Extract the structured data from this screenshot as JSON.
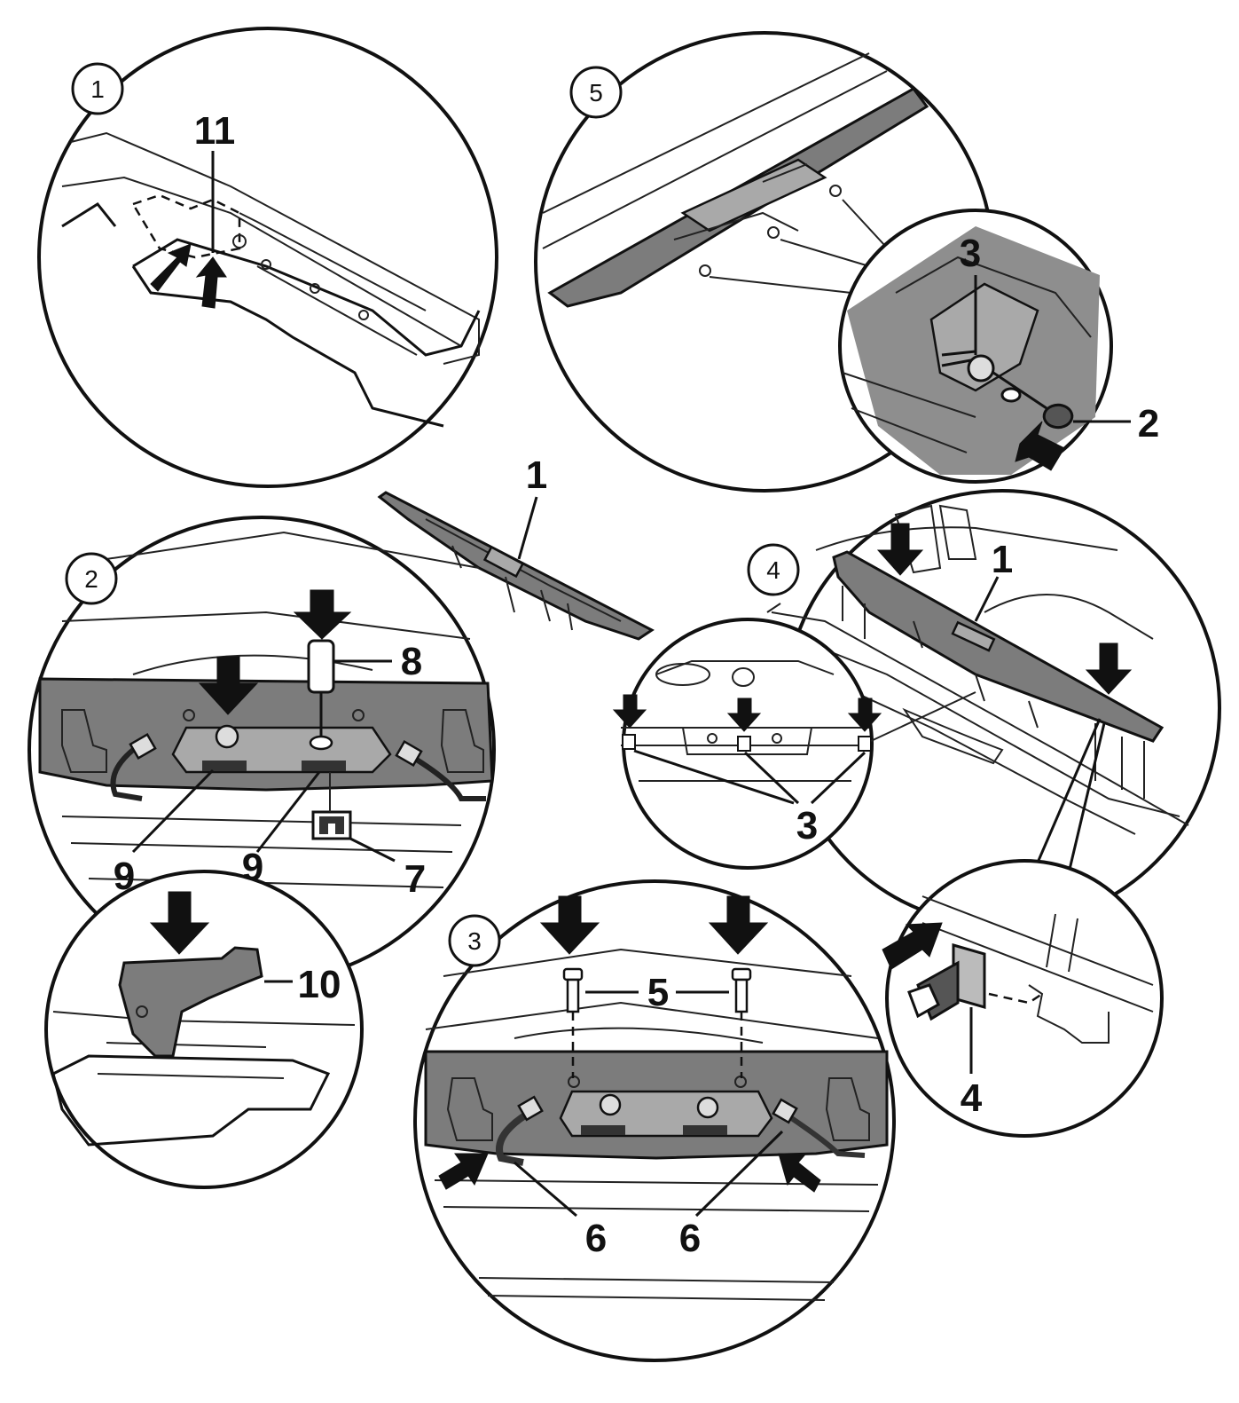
{
  "diagram": {
    "circle_numbers": {
      "c1": "1",
      "c2": "2",
      "c3": "3",
      "c4": "4",
      "c5": "5"
    },
    "part_labels": {
      "p11": "11",
      "p1_center": "1",
      "p3_top": "3",
      "p2_right": "2",
      "p1_view4": "1",
      "p8": "8",
      "p9_left": "9",
      "p9_mid": "9",
      "p7": "7",
      "p3_view4": "3",
      "p10": "10",
      "p5": "5",
      "p6_left": "6",
      "p6_right": "6",
      "p4_bottom": "4"
    },
    "colors": {
      "line": "#111111",
      "part_fill": "#7c7c7c",
      "part_light": "#a9a9a9",
      "background": "#ffffff"
    }
  }
}
